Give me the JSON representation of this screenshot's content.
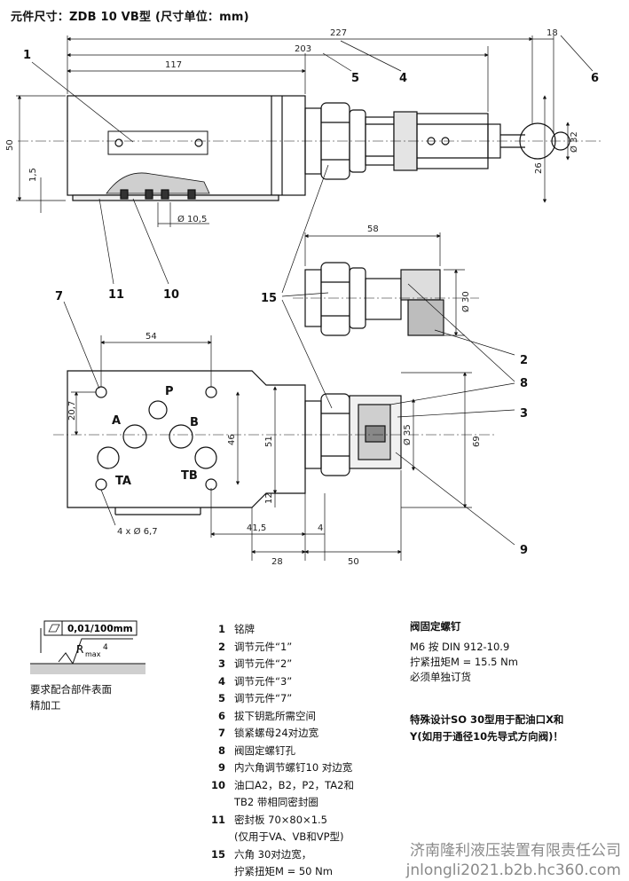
{
  "header": "元件尺寸：ZDB 10 VB型 (尺寸单位：mm)",
  "dimensions": {
    "d227": "227",
    "d203": "203",
    "d117": "117",
    "d18": "18",
    "d50": "50",
    "d1_5": "1,5",
    "d10_5": "Ø 10,5",
    "d32": "Ø 32",
    "d26": "26",
    "d58": "58",
    "d30": "Ø 30",
    "d54": "54",
    "d20_7": "20,7",
    "d46": "46",
    "d51": "51",
    "d69": "69",
    "d35": "Ø 35",
    "d12": "12",
    "d4x6_7": "4 x Ø 6,7",
    "d41_5": "41,5",
    "d4": "4",
    "d28": "28",
    "d50b": "50"
  },
  "port_labels": {
    "P": "P",
    "A": "A",
    "B": "B",
    "TA": "TA",
    "TB": "TB"
  },
  "callouts": [
    "1",
    "5",
    "4",
    "6",
    "11",
    "10",
    "15",
    "7",
    "2",
    "8",
    "3",
    "9"
  ],
  "surface": {
    "flatness": "0,01/100mm",
    "roughness": "R",
    "roughness_sub": "max",
    "roughness_sup": "4",
    "note_line1": "要求配合部件表面",
    "note_line2": "精加工"
  },
  "legend": [
    {
      "num": "1",
      "text": "铭牌"
    },
    {
      "num": "2",
      "text": "调节元件“1”"
    },
    {
      "num": "3",
      "text": "调节元件“2”"
    },
    {
      "num": "4",
      "text": "调节元件“3”"
    },
    {
      "num": "5",
      "text": "调节元件“7”"
    },
    {
      "num": "6",
      "text": "拔下钥匙所需空间"
    },
    {
      "num": "7",
      "text": "锁紧螺母24对边宽"
    },
    {
      "num": "8",
      "text": "阀固定螺钉孔"
    },
    {
      "num": "9",
      "text": "内六角调节螺钉10 对边宽"
    },
    {
      "num": "10",
      "text": "油口A2，B2，P2，TA2和"
    },
    {
      "num": "",
      "text": "TB2 带相同密封圈"
    },
    {
      "num": "11",
      "text": "密封板 70×80×1.5"
    },
    {
      "num": "",
      "text": "(仅用于VA、VB和VP型)"
    },
    {
      "num": "15",
      "text": "六角 30对边宽，"
    },
    {
      "num": "",
      "text": "拧紧扭矩M = 50 Nm"
    }
  ],
  "fasteners": {
    "title": "阀固定螺钉",
    "line1": "M6 按 DIN 912-10.9",
    "line2": "拧紧扭矩M = 15.5 Nm",
    "line3": "必须单独订货"
  },
  "special": {
    "line1": "特殊设计SO 30型用于配油口X和",
    "line2": "Y(如用于通径10先导式方向阀)！"
  },
  "watermark": {
    "line1": "济南隆利液压装置有限责任公司",
    "line2": "jnlongli2021.b2b.hc360.com"
  }
}
